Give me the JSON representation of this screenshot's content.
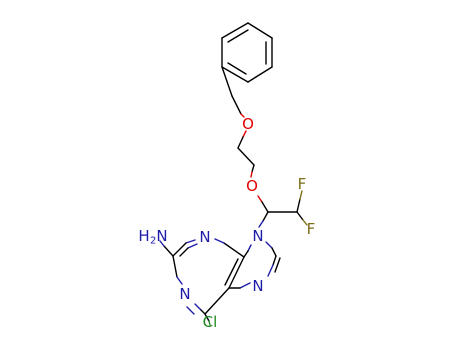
{
  "molecule": {
    "atoms": {
      "o1": {
        "label": "O",
        "color": "#e00000"
      },
      "o2": {
        "label": "O",
        "color": "#e00000"
      },
      "f1": {
        "label": "F",
        "color": "#7a6e16"
      },
      "f2": {
        "label": "F",
        "color": "#7a6e16"
      },
      "n9": {
        "label": "N",
        "color": "#1c1ca8"
      },
      "n3": {
        "label": "N",
        "color": "#1c1ca8"
      },
      "n1": {
        "label": "N",
        "color": "#1c1ca8"
      },
      "n7": {
        "label": "N",
        "color": "#1c1ca8"
      },
      "nh2_h": {
        "label": "H",
        "color": "#1c1ca8"
      },
      "nh2_sub": {
        "label": "2",
        "color": "#1c1ca8"
      },
      "nh2_n": {
        "label": "N",
        "color": "#1c1ca8"
      },
      "cl": {
        "label": "Cl",
        "color": "#1f8a1f"
      }
    }
  }
}
